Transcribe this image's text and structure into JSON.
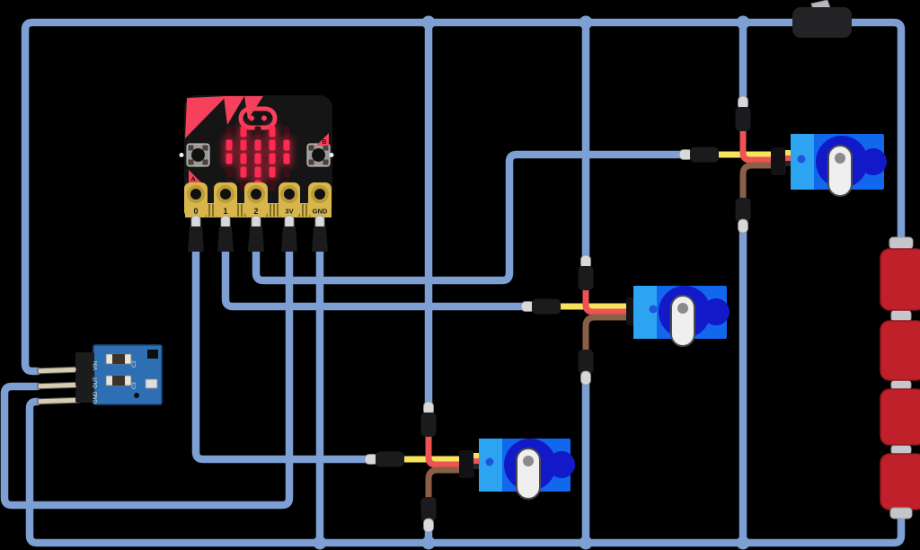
{
  "app": {
    "background": "#000000"
  },
  "colors": {
    "wire": "#7d9fd3",
    "cableYellow": "#f7e35c",
    "cableRed": "#ee5253",
    "cableBrown": "#8a5f47",
    "clipBlack": "#1b1b1d",
    "clipSilver": "#d8d8da",
    "servoBody": "#1168ec",
    "servoStrip": "#2da4f2",
    "servoGear": "#1119c9",
    "servoHorn": "#efefef",
    "battery": "#c0202a",
    "capSilver": "#c4c6c9",
    "switchBody": "#232326",
    "switchLever": "#b6b9bd",
    "boardBlack": "#151515",
    "mbRed": "#f5415c",
    "ledOn": "#ff2b50",
    "ledOff": "#3a1016",
    "gold": "#d8b64c",
    "sensorBlue": "#2e6fb3",
    "headerBlack": "#1c1c1e",
    "pinMetal": "#d6ccb4"
  },
  "microbit": {
    "buttons": {
      "a": "A",
      "b": "B"
    },
    "pins": [
      {
        "label": "0"
      },
      {
        "label": "1"
      },
      {
        "label": "2"
      },
      {
        "label": "3V"
      },
      {
        "label": "GND"
      }
    ],
    "led_pattern": [
      [
        0,
        1,
        0,
        1,
        0
      ],
      [
        1,
        1,
        1,
        1,
        1
      ],
      [
        1,
        1,
        1,
        1,
        1
      ],
      [
        0,
        1,
        1,
        1,
        0
      ],
      [
        0,
        0,
        1,
        0,
        0
      ]
    ]
  },
  "sensor": {
    "pin_labels": [
      "VIN",
      "OUT",
      "GND"
    ],
    "component_labels": [
      "C2",
      "C3"
    ]
  },
  "servos": [
    {
      "id": "servo-right"
    },
    {
      "id": "servo-middle"
    },
    {
      "id": "servo-bottom"
    }
  ],
  "battery": {
    "cells": 4
  },
  "switch": {
    "type": "slide-switch"
  },
  "connections": [
    "battery + - switch - top power rail",
    "top power rail - sensor VIN",
    "top power rail - right servo red lead",
    "top power rail - middle servo red lead",
    "top power rail - bottom servo red lead",
    "battery - - bottom ground rail",
    "ground rail - micro:bit GND pin",
    "ground rail - sensor GND",
    "ground rail - right/middle/bottom servo brown leads",
    "micro:bit pin 0 - bottom servo yellow signal",
    "micro:bit pin 1 - middle servo yellow signal",
    "micro:bit pin 2 - right servo yellow signal",
    "micro:bit 3V - sensor OUT"
  ]
}
